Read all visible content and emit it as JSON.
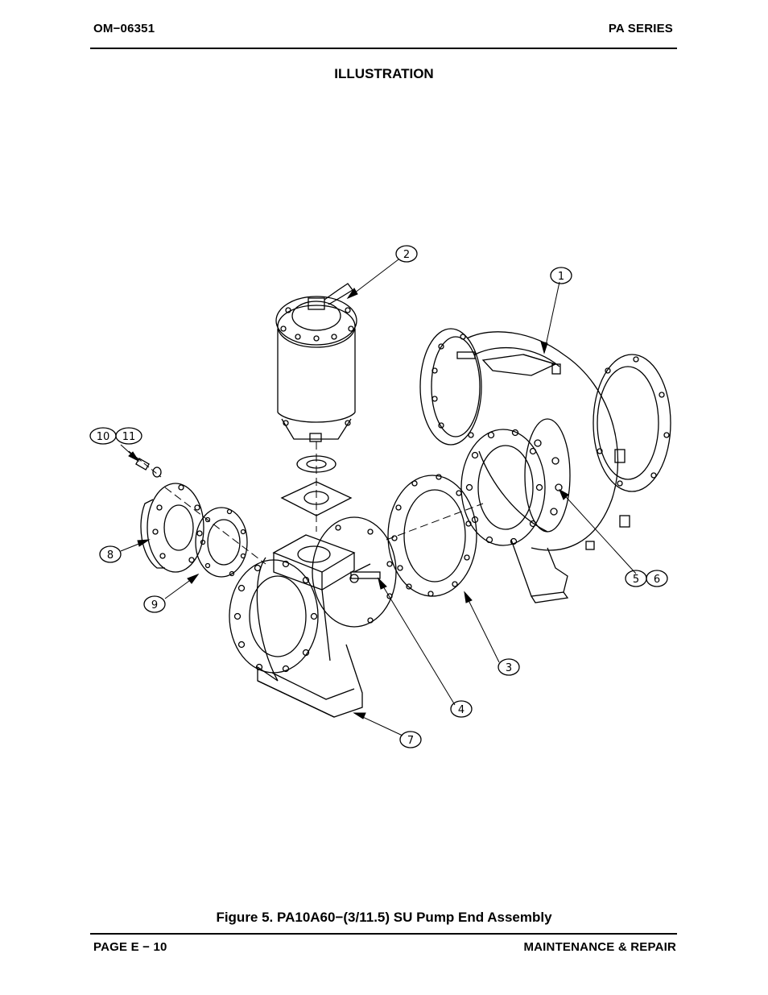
{
  "header": {
    "doc_number": "OM−06351",
    "series": "PA SERIES"
  },
  "section_title": "ILLUSTRATION",
  "figure": {
    "caption": "Figure 5.  PA10A60−(3/11.5) SU Pump End Assembly",
    "callouts": [
      "1",
      "2",
      "3",
      "4",
      "5",
      "6",
      "7",
      "8",
      "9",
      "10",
      "11"
    ]
  },
  "footer": {
    "page": "PAGE E − 10",
    "section": "MAINTENANCE & REPAIR"
  }
}
